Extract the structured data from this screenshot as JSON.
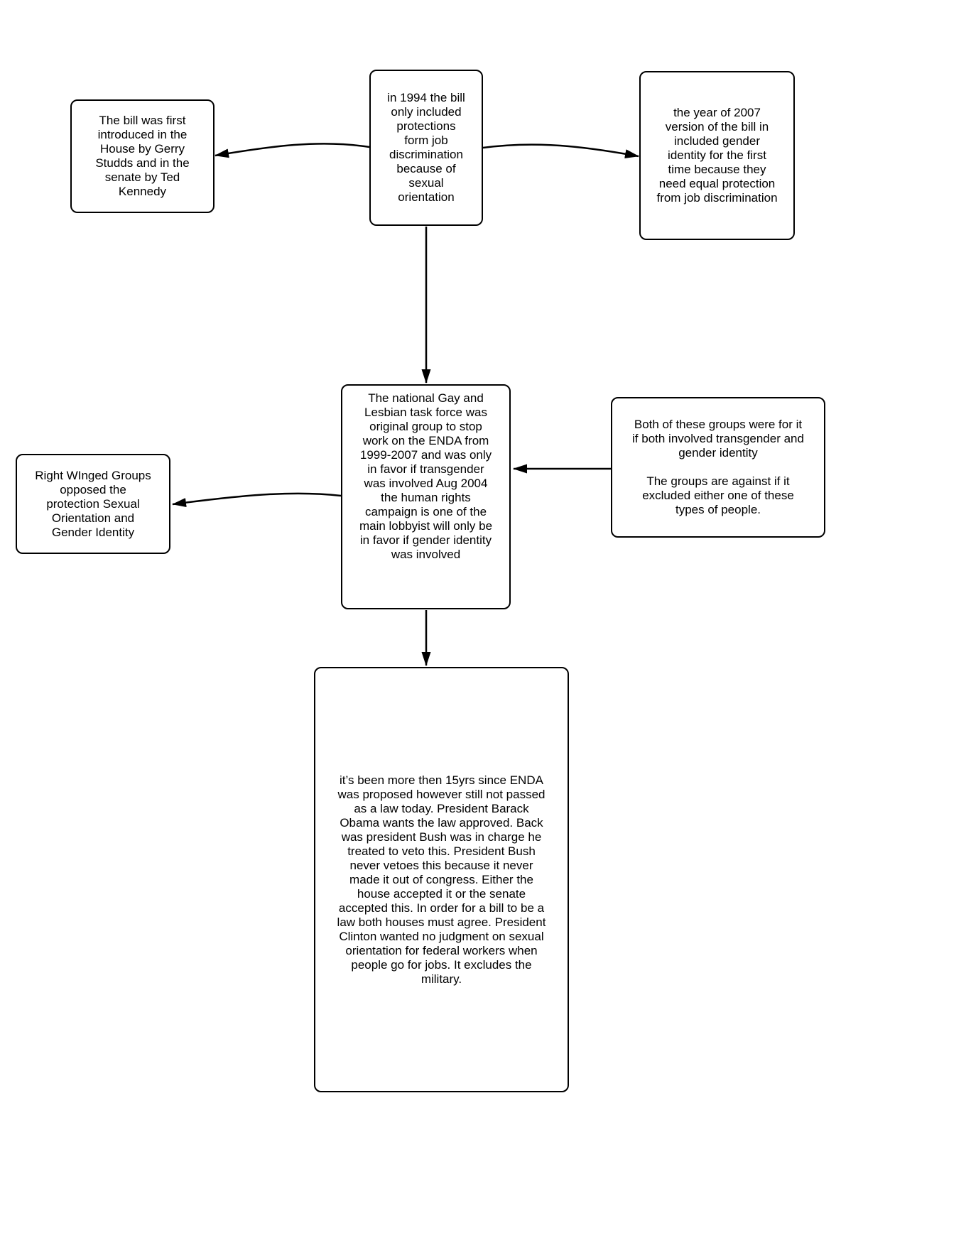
{
  "diagram": {
    "type": "flowchart",
    "background_color": "#ffffff",
    "node_border_color": "#000000",
    "text_color": "#000000",
    "nodes": {
      "intro_sponsors": {
        "text": "The bill was first\nintroduced in the\nHouse by Gerry\nStudds and in the\nsenate by Ted\nKennedy"
      },
      "bill_1994": {
        "text": "in 1994 the bill\nonly  included\nprotections\nform job\ndiscrimination\nbecause of\nsexual\norientation"
      },
      "bill_2007": {
        "text": "the year of 2007\nversion of the bill in\nincluded gender\nidentity for the first\ntime because they\nneed equal  protection\nfrom job discrimination"
      },
      "task_force_hrc": {
        "text": "The national Gay and\nLesbian task force was\noriginal group to stop\nwork on the ENDA from\n1999-2007 and was only\nin favor if transgender\nwas involved  Aug 2004\nthe human rights\ncampaign is one of the\nmain lobbyist will only be\nin favor if gender identity\nwas involved"
      },
      "right_wing_opposition": {
        "text": "Right WInged Groups\nopposed  the\nprotection Sexual\nOrientation and\nGender Identity"
      },
      "groups_positions": {
        "text": "Both of these groups were for it\nif both involved transgender and\ngender identity\n\nThe groups are against if it\nexcluded either one of these\ntypes of people."
      },
      "enda_status_summary": {
        "text": "it’s been more then 15yrs since ENDA\nwas proposed however still not passed\nas a law today. President Barack\nObama wants the law approved. Back\nwas president Bush was in charge he\ntreated to veto this. President Bush\nnever vetoes this because it never\nmade it out of congress. Either the\nhouse accepted it or the senate\naccepted this.  In order for a bill to be a\nlaw both houses must agree. President\nClinton wanted no judgment on sexual\norientation  for federal workers when\npeople go for jobs.  It excludes the\nmilitary."
      }
    },
    "edges": [
      {
        "from": "bill_1994",
        "to": "intro_sponsors"
      },
      {
        "from": "bill_1994",
        "to": "bill_2007"
      },
      {
        "from": "bill_1994",
        "to": "task_force_hrc"
      },
      {
        "from": "groups_positions",
        "to": "task_force_hrc"
      },
      {
        "from": "task_force_hrc",
        "to": "right_wing_opposition"
      },
      {
        "from": "task_force_hrc",
        "to": "enda_status_summary"
      }
    ]
  }
}
